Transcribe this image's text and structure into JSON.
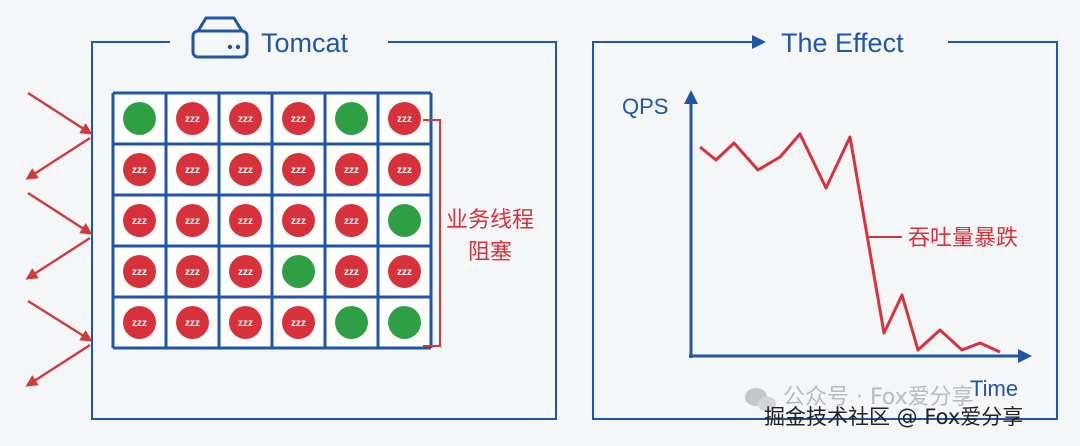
{
  "tomcat": {
    "title": "Tomcat",
    "icon": "server-icon",
    "sleep_label": "zzz",
    "grid": [
      [
        "active",
        "blocked",
        "blocked",
        "blocked",
        "active",
        "blocked"
      ],
      [
        "blocked",
        "blocked",
        "blocked",
        "blocked",
        "blocked",
        "blocked"
      ],
      [
        "blocked",
        "blocked",
        "blocked",
        "blocked",
        "blocked",
        "active"
      ],
      [
        "blocked",
        "blocked",
        "blocked",
        "active",
        "blocked",
        "blocked"
      ],
      [
        "blocked",
        "blocked",
        "blocked",
        "blocked",
        "active",
        "active"
      ]
    ],
    "annotation_line1": "业务线程",
    "annotation_line2": "阻塞"
  },
  "effect": {
    "title": "The Effect",
    "y_axis_label": "QPS",
    "x_axis_label": "Time",
    "annotation": "吞吐量暴跌"
  },
  "watermark": {
    "line1": "公众号 · Fox爱分享",
    "line2": "掘金技术社区 @ Fox爱分享"
  },
  "colors": {
    "frame": "#1f56a8",
    "active": "#2ea043",
    "blocked": "#d7323c",
    "arrow": "#d23a3a",
    "grid_bg": "#ffffff"
  }
}
